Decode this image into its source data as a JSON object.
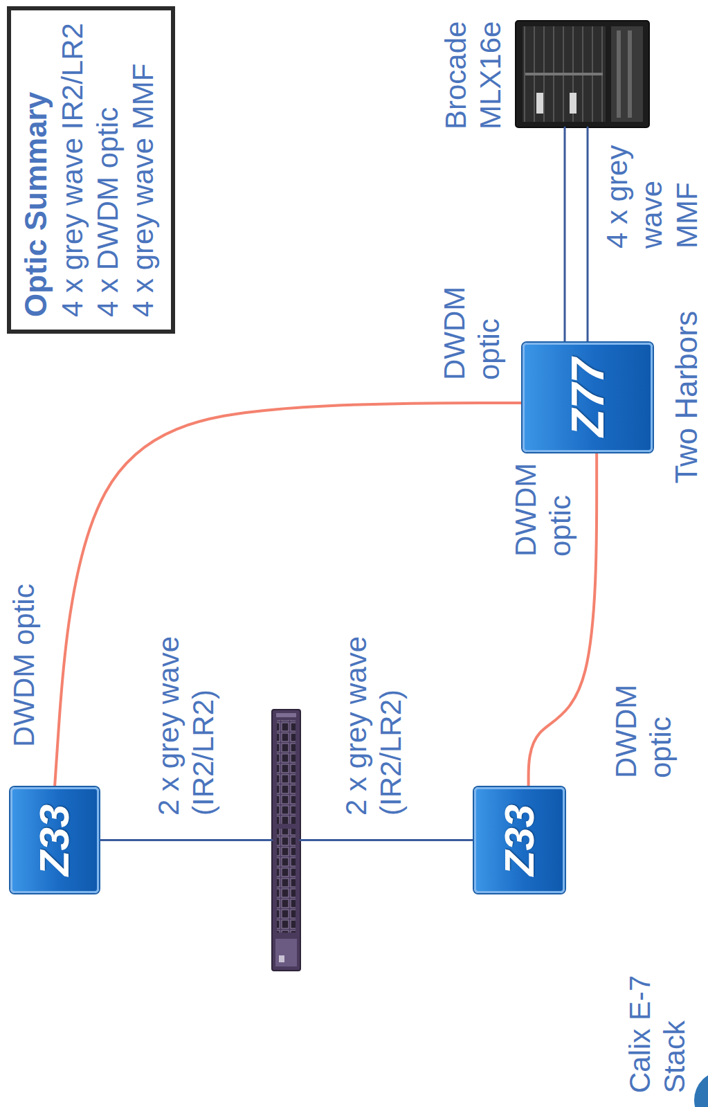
{
  "diagram": {
    "nodes": [
      {
        "text": [
          "Optic Summary",
          "4 x grey wave IR2/LR2",
          "4 x DWDM optic",
          "4 x grey wave MMF"
        ]
      },
      {
        "text": [
          "Z33"
        ]
      },
      {
        "text": [
          "Z33"
        ]
      },
      {
        "text": [
          "Z77"
        ]
      },
      {
        "text": [
          "Calix E-7 Stack"
        ]
      },
      {
        "text": [
          "Brocade MLX16e"
        ]
      }
    ],
    "edges": [
      {
        "from": 1,
        "to": 4,
        "arrow": "none",
        "label": "2 x grey wave (IR2/LR2)"
      },
      {
        "from": 4,
        "to": 2,
        "arrow": "none",
        "label": "2 x grey wave (IR2/LR2)"
      },
      {
        "from": 1,
        "to": 3,
        "arrow": "none"
      },
      {
        "from": 2,
        "to": 3,
        "arrow": "none"
      },
      {
        "from": 3,
        "to": 5,
        "arrow": "none",
        "label": "4 x grey wave MMF"
      },
      {
        "from": 3,
        "to": 5,
        "arrow": "none"
      }
    ],
    "labels": [
      "DWDM optic",
      "DWDM optic",
      "DWDM optic",
      "DWDM optic",
      "Two Harbors"
    ]
  }
}
